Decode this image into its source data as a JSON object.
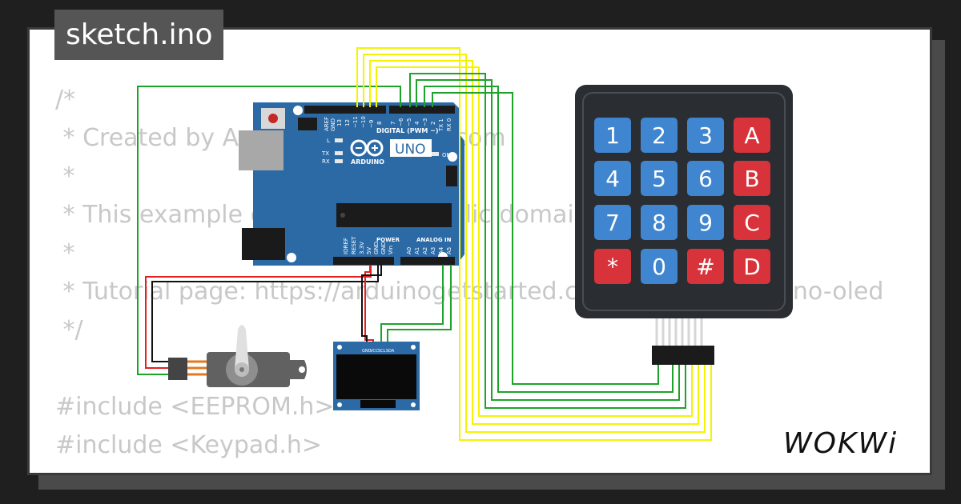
{
  "title": "sketch.ino",
  "code_lines": [
    "/*",
    " * Created by ArduinoGetStarted.com",
    " *",
    " * This example code is in the public domain",
    " *",
    " * Tutorial page: https://arduinogetstarted.com/tutorials/arduino-oled",
    " */",
    "",
    "#include <EEPROM.h>",
    "#include <Keypad.h>"
  ],
  "brand": "WOKWi",
  "board": {
    "name": "UNO",
    "maker": "ARDUINO",
    "digital_header": "DIGITAL (PWM ~)",
    "power_header": "POWER",
    "analog_header": "ANALOG IN",
    "on_label": "ON",
    "tx_label": "TX",
    "rx_label": "RX",
    "l_label": "L",
    "top_pins": [
      "AREF",
      "GND",
      "13",
      "12",
      "~11",
      "~10",
      "~9",
      "8",
      "7",
      "~6",
      "~5",
      "4",
      "~3",
      "2",
      "TX 1",
      "RX 0"
    ],
    "power_pins": [
      "IOREF",
      "RESET",
      "3.3V",
      "5V",
      "GND",
      "GND",
      "Vin"
    ],
    "analog_pins": [
      "A0",
      "A1",
      "A2",
      "A3",
      "A4",
      "A5"
    ]
  },
  "oled": {
    "pins": [
      "GND",
      "VCC",
      "SCL",
      "SDA"
    ]
  },
  "keypad": {
    "keys": [
      "1",
      "2",
      "3",
      "A",
      "4",
      "5",
      "6",
      "B",
      "7",
      "8",
      "9",
      "C",
      "*",
      "0",
      "#",
      "D"
    ]
  },
  "colors": {
    "background": "#1f1f1f",
    "card": "#ffffff",
    "code_text": "#c8c8c8",
    "tab": "#555555",
    "board": "#2c6aa6",
    "keypad_body": "#2a2d31",
    "key_blue": "#3f85d0",
    "key_red": "#d8333a",
    "wire_green": "#1ea32a",
    "wire_yellow": "#f4f400",
    "wire_red": "#e52020",
    "wire_black": "#111111"
  }
}
